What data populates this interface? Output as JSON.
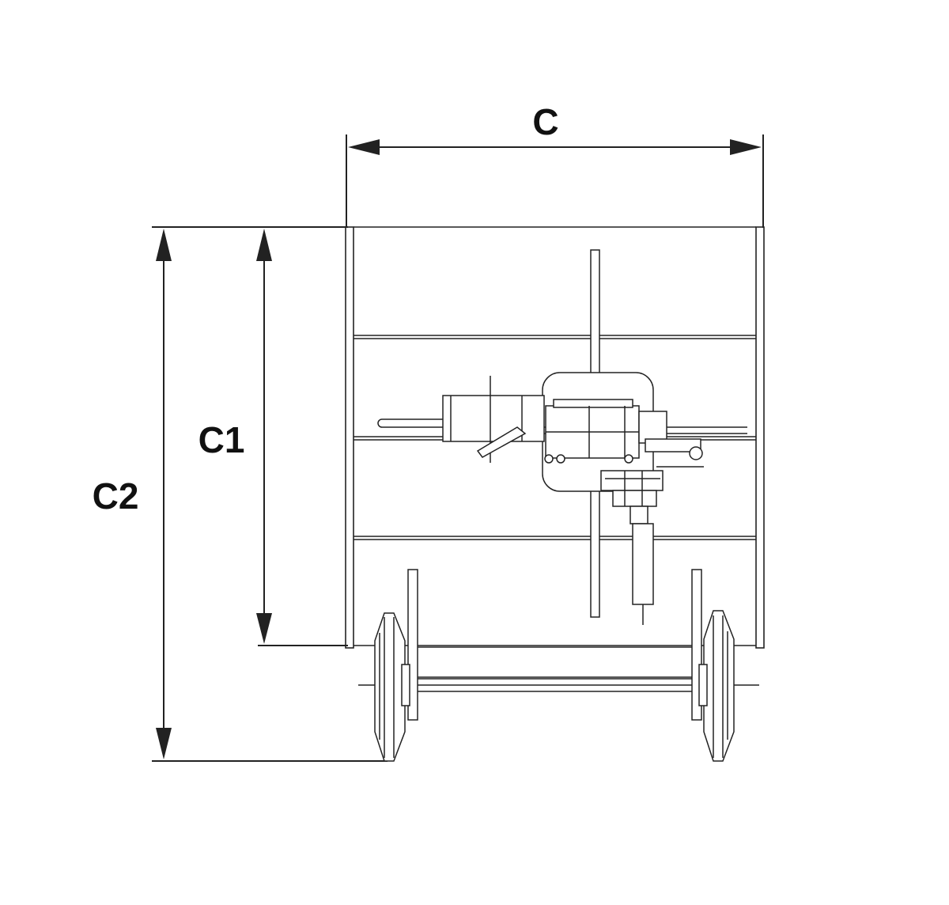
{
  "dimensions": {
    "width_label": "C",
    "inner_height_label": "C1",
    "total_height_label": "C2"
  },
  "colors": {
    "line": "#222222",
    "background": "#ffffff"
  }
}
